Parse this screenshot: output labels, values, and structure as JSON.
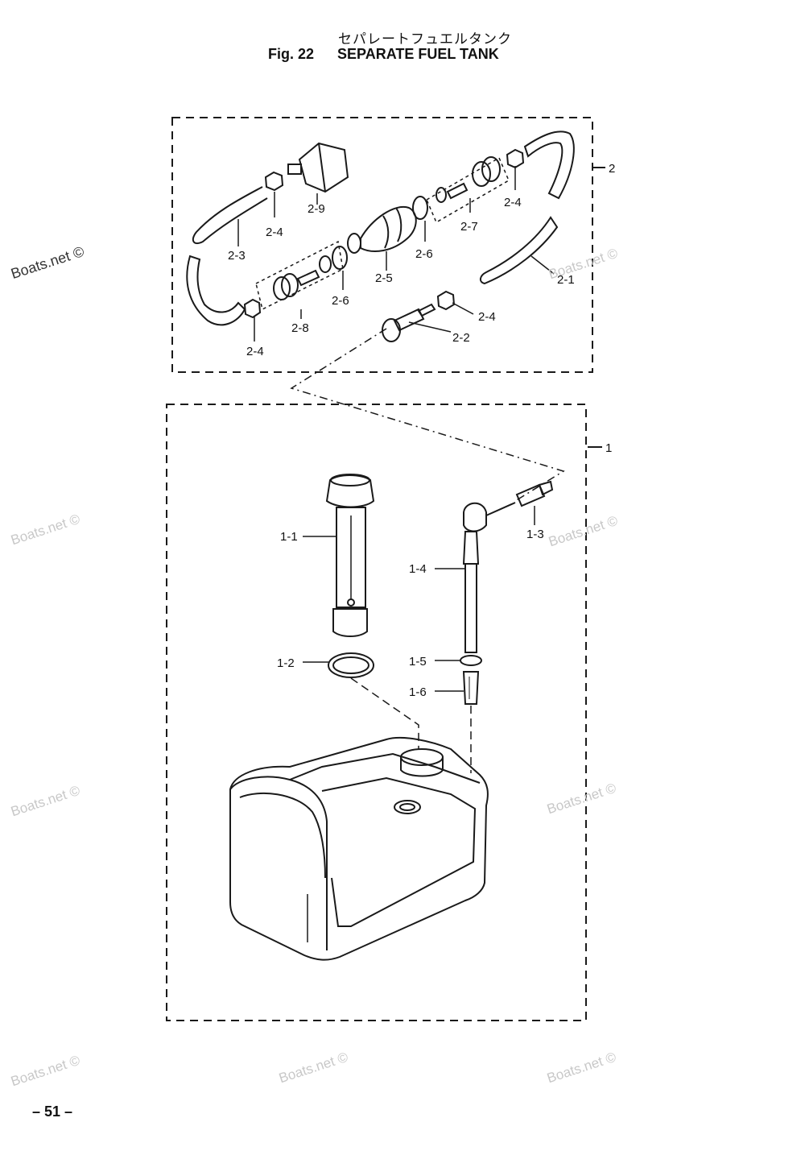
{
  "title": {
    "japanese": "セパレートフュエルタンク",
    "figure": "Fig. 22",
    "english": "SEPARATE FUEL TANK"
  },
  "page_number": "– 51 –",
  "watermark": "Boats.net ©",
  "groups": [
    {
      "id": "2",
      "label": "2"
    },
    {
      "id": "1",
      "label": "1"
    }
  ],
  "callouts": {
    "c2_9": "2-9",
    "c2_4a": "2-4",
    "c2_3": "2-3",
    "c2_5": "2-5",
    "c2_6a": "2-6",
    "c2_6b": "2-6",
    "c2_7": "2-7",
    "c2_4b": "2-4",
    "c2_1": "2-1",
    "c2_4c": "2-4",
    "c2_2": "2-2",
    "c2_8": "2-8",
    "c2_4d": "2-4",
    "c1_1": "1-1",
    "c1_2": "1-2",
    "c1_3": "1-3",
    "c1_4": "1-4",
    "c1_5": "1-5",
    "c1_6": "1-6"
  },
  "colors": {
    "line": "#1a1a1a",
    "watermark": "#c8c8c8"
  }
}
